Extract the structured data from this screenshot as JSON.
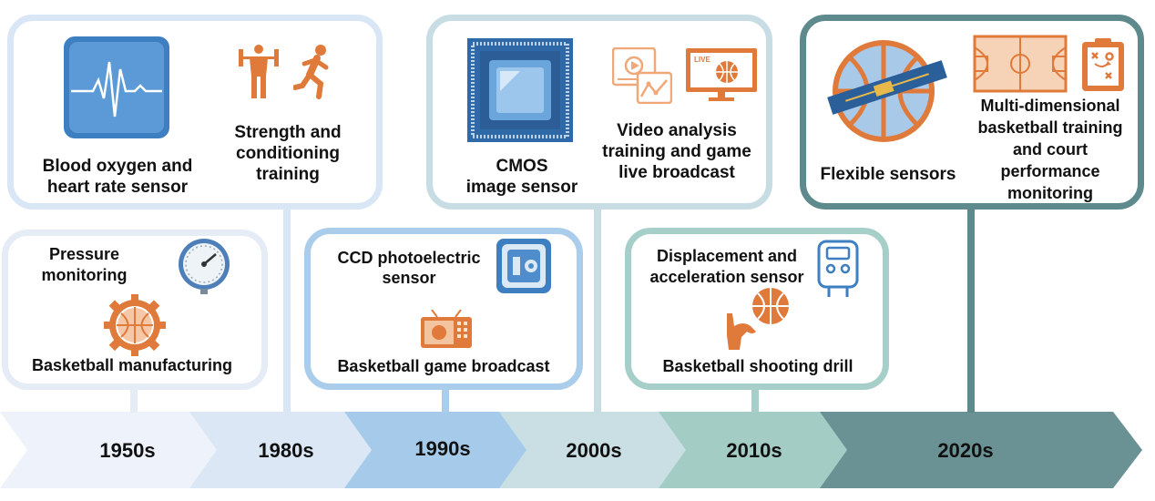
{
  "eras": [
    "1950s",
    "1980s",
    "1990s",
    "2000s",
    "2010s",
    "2020s"
  ],
  "cards": {
    "c1950": {
      "pressure_label": "Pressure\nmonitoring",
      "manufacturing_label": "Basketball manufacturing"
    },
    "c1980": {
      "blood_oxygen_label": "Blood oxygen and\nheart rate sensor",
      "strength_label": "Strength and\nconditioning\ntraining"
    },
    "c1990": {
      "ccd_label": "CCD photoelectric\nsensor",
      "broadcast_label": "Basketball game broadcast"
    },
    "c2000": {
      "cmos_label": "CMOS\nimage sensor",
      "video_label": "Video analysis\ntraining and game\nlive broadcast",
      "live_badge": "LIVE"
    },
    "c2010": {
      "displacement_label": "Displacement and\nacceleration sensor",
      "shooting_label": "Basketball shooting drill"
    },
    "c2020": {
      "flexible_label": "Flexible sensors",
      "multi_label": "Multi-dimensional\nbasketball training\nand court\nperformance\nmonitoring"
    }
  },
  "colors": {
    "orange": "#e07a3a",
    "c1950_border": "#e6ecf6",
    "c1980_border": "#d8e6f6",
    "c1990_border": "#a9cdea",
    "c2000_border": "#c7dde3",
    "c2010_border": "#a7cfc9",
    "c2020_border": "#5f8a8d"
  }
}
